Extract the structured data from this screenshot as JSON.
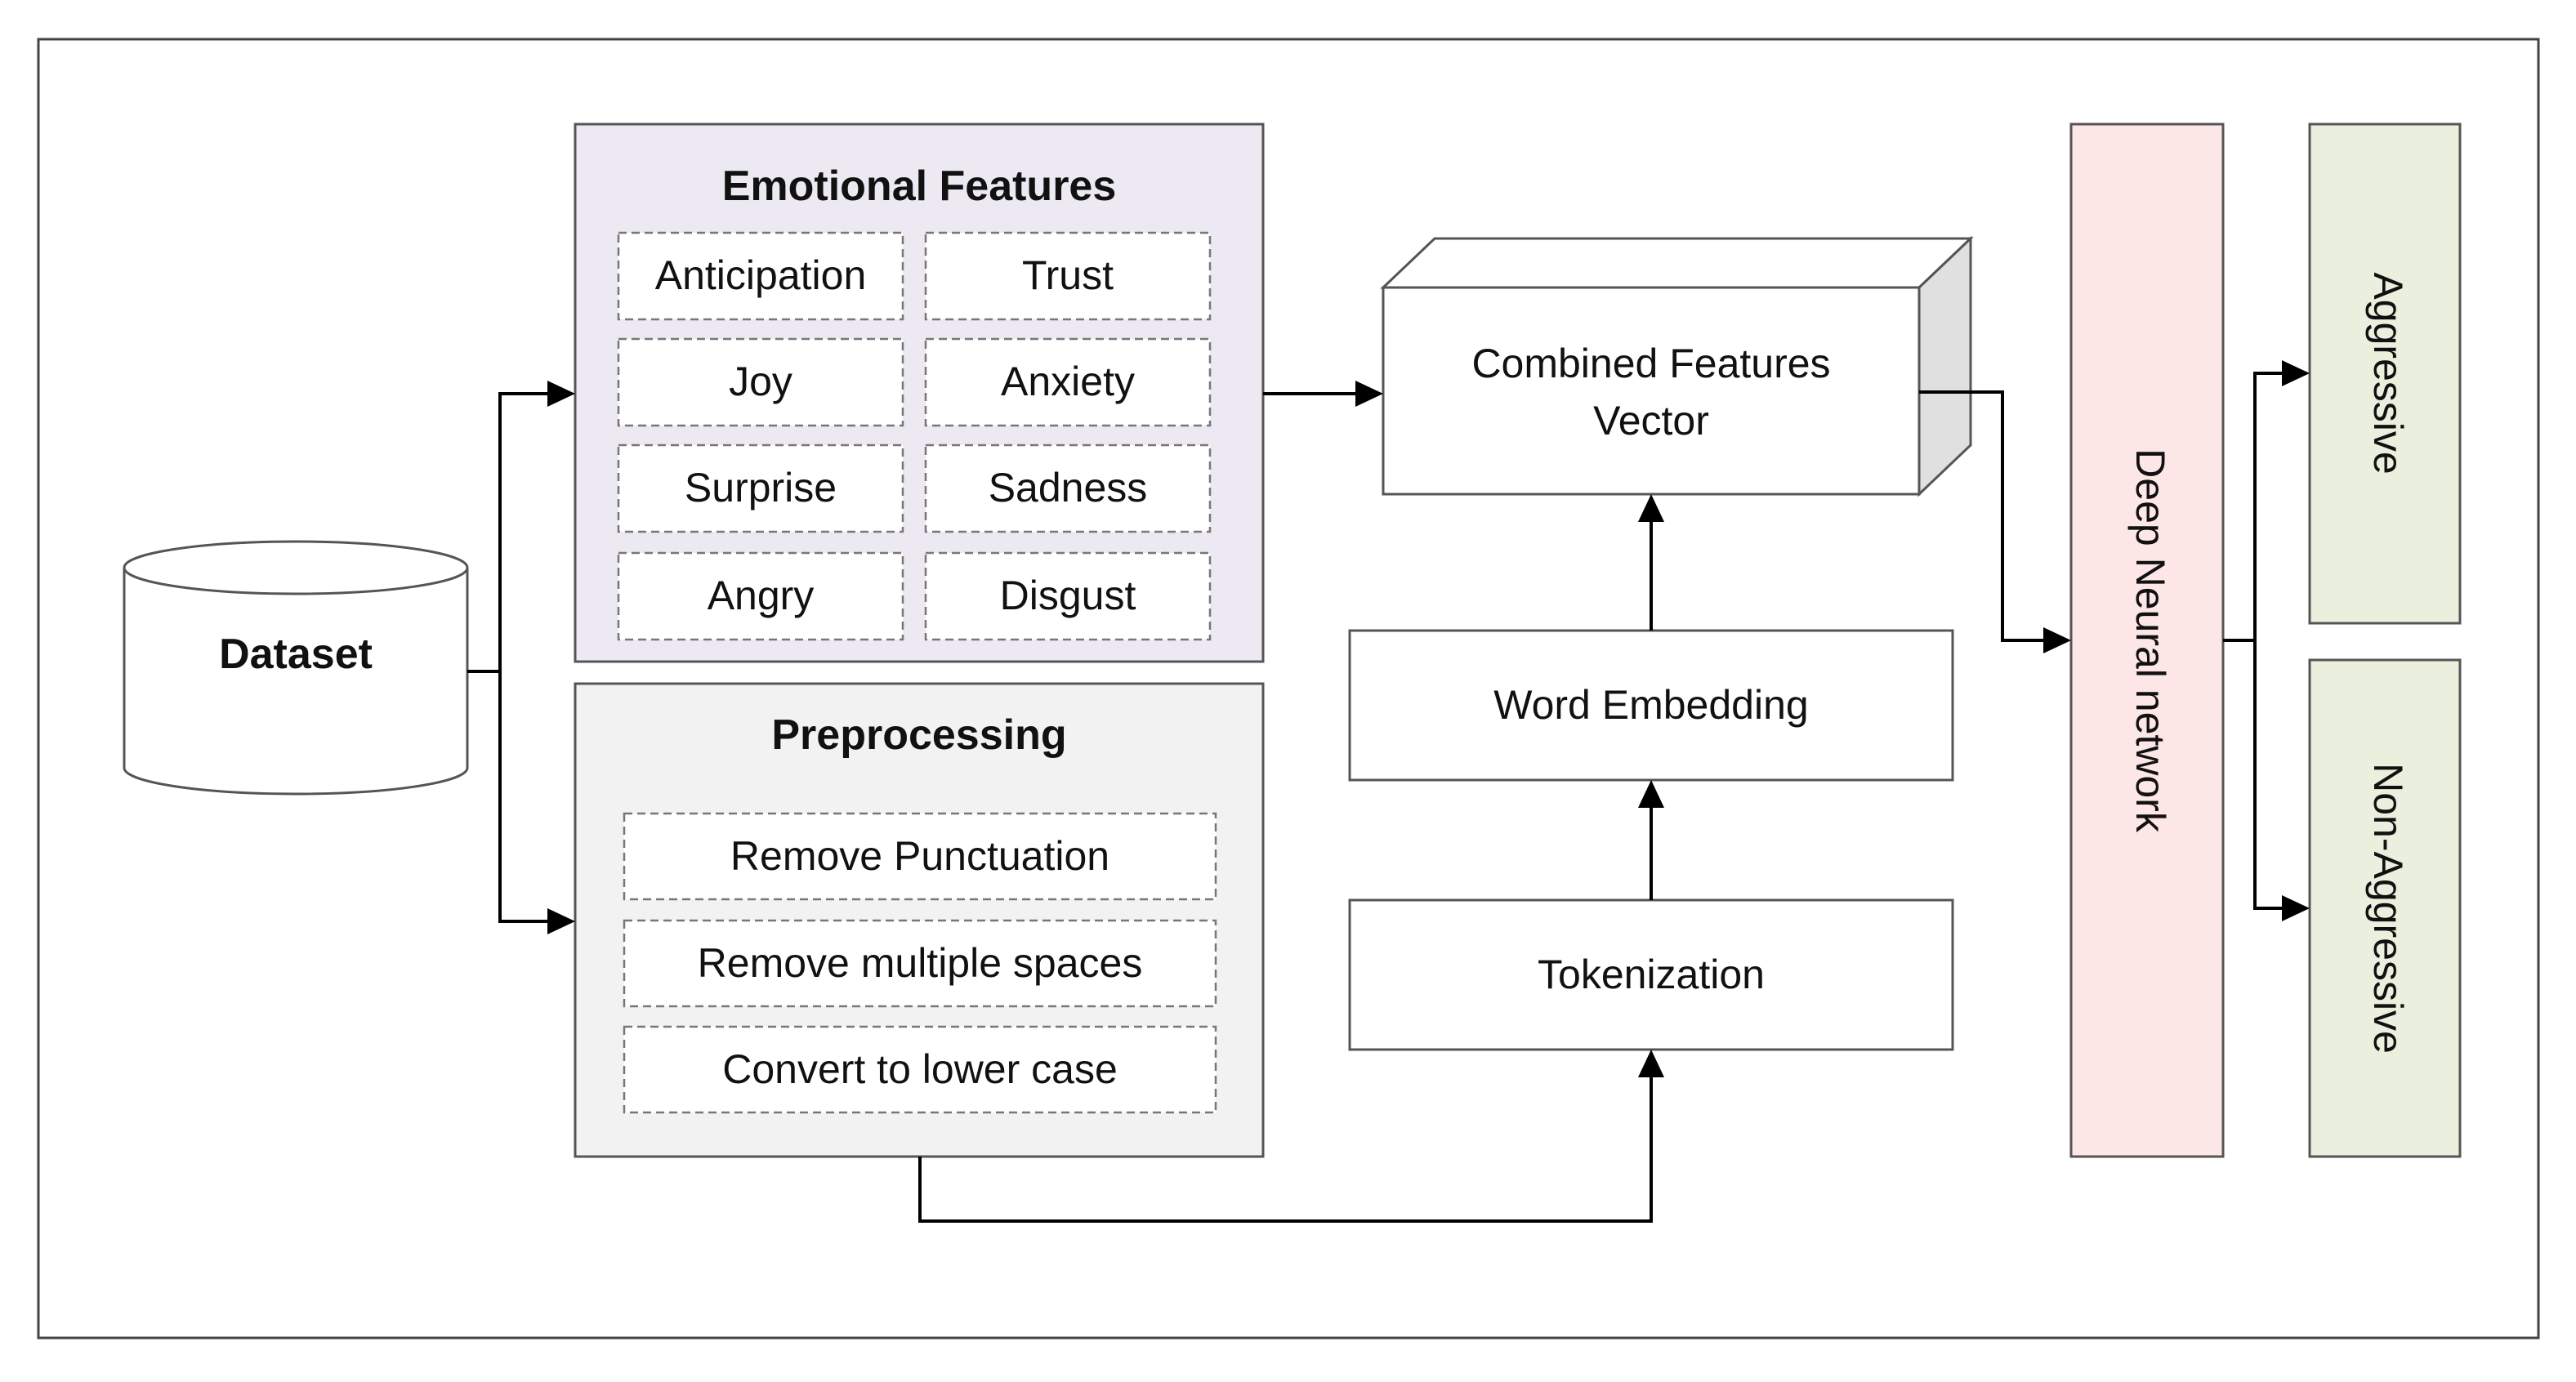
{
  "dataset": {
    "label": "Dataset"
  },
  "emotional_features": {
    "title": "Emotional Features",
    "items": [
      "Anticipation",
      "Trust",
      "Joy",
      "Anxiety",
      "Surprise",
      "Sadness",
      "Angry",
      "Disgust"
    ]
  },
  "preprocessing": {
    "title": "Preprocessing",
    "steps": [
      "Remove Punctuation",
      "Remove multiple spaces",
      "Convert to lower case"
    ]
  },
  "combined_vector": {
    "line1": "Combined Features",
    "line2": "Vector"
  },
  "word_embedding": {
    "label": "Word Embedding"
  },
  "tokenization": {
    "label": "Tokenization"
  },
  "dnn": {
    "label": "Deep Neural network"
  },
  "outputs": {
    "aggressive": "Aggressive",
    "non_aggressive": "Non-Aggressive"
  },
  "colors": {
    "emotional_bg": "#ece9f2",
    "preprocessing_bg": "#f2f2f2",
    "dnn_bg": "#fde6e6",
    "output_bg": "#ebefdd",
    "cube_side": "#e0e0e0"
  }
}
